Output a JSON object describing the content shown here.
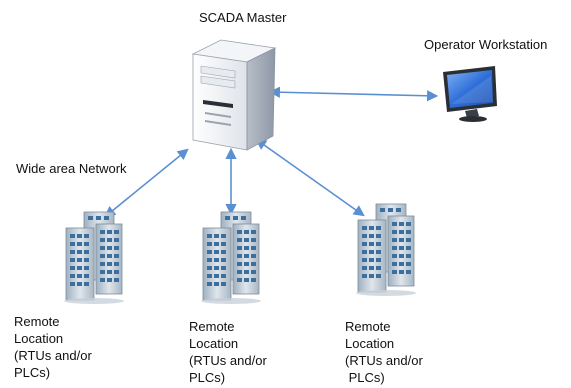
{
  "diagram": {
    "master_label": "SCADA Master",
    "workstation_label": "Operator Workstation",
    "wan_label": "Wide area Network",
    "remotes": [
      {
        "lines": [
          "Remote",
          "Location",
          "(RTUs and/or",
          "PLCs)"
        ]
      },
      {
        "lines": [
          "Remote",
          "Location",
          "(RTUs and/or",
          "PLCs)"
        ]
      },
      {
        "lines": [
          "Remote",
          "Location",
          "(RTUs and/or",
          " PLCs)"
        ]
      }
    ]
  },
  "colors": {
    "link": "#5b8fd3",
    "server_body": "#eef0f3",
    "server_shade": "#c9ced6",
    "monitor_screen": "#2f6fd8",
    "building": "#b8c4cf",
    "window": "#3c6f9e"
  },
  "icons": [
    "server-icon",
    "monitor-icon",
    "building-icon"
  ]
}
